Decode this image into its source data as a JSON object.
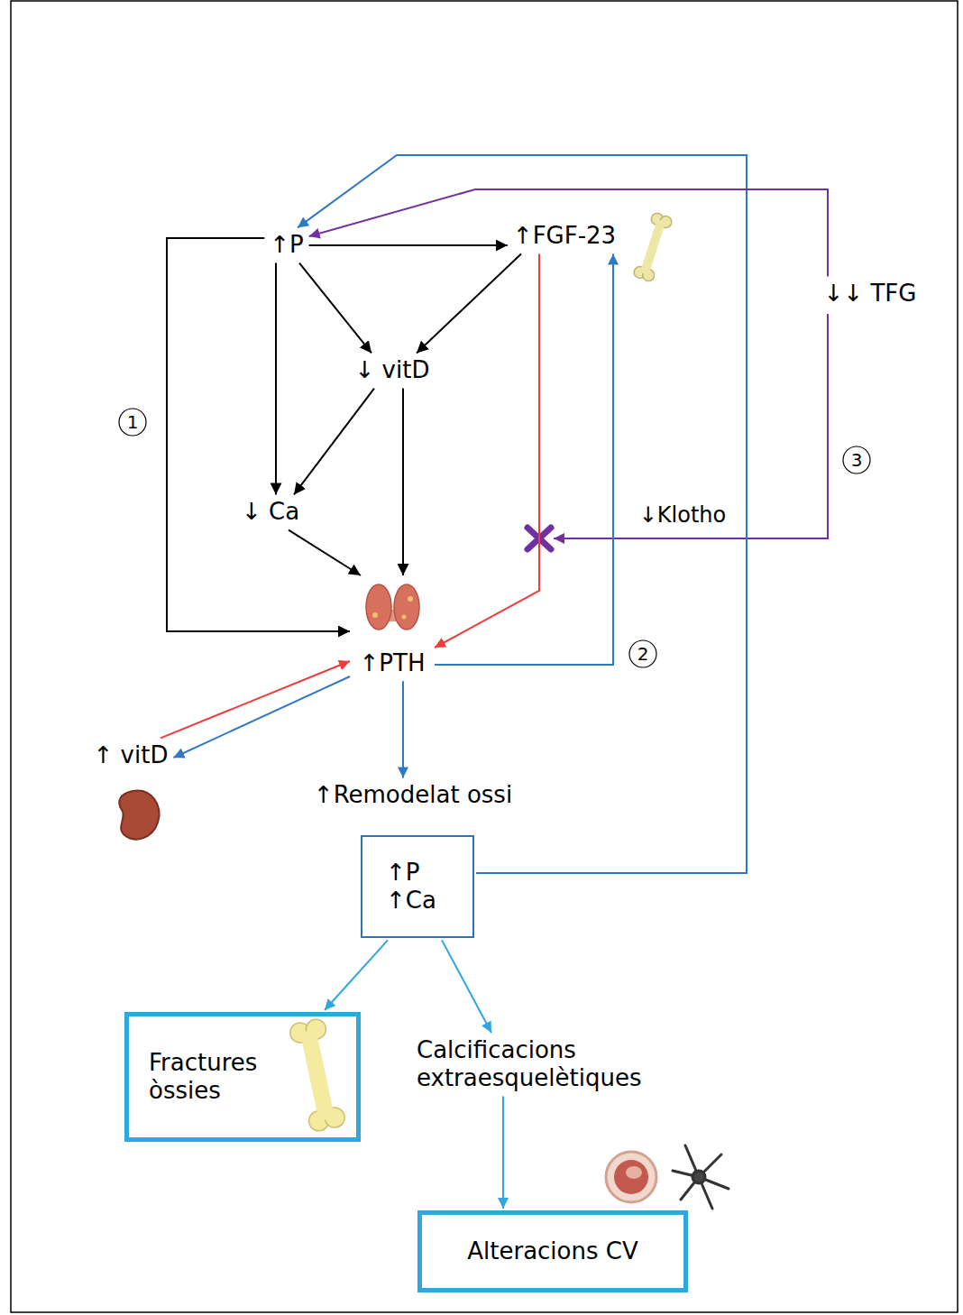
{
  "diagram": {
    "nodes": [
      {
        "text": [
          "↑P"
        ]
      },
      {
        "text": [
          "↑FGF-23"
        ]
      },
      {
        "text": [
          "↓↓ TFG"
        ]
      },
      {
        "text": [
          "↓ vitD"
        ]
      },
      {
        "text": [
          "↓ Ca"
        ]
      },
      {
        "text": [
          "↑PTH"
        ]
      },
      {
        "text": [
          "↑ vitD"
        ]
      },
      {
        "text": [
          "↑Remodelat ossi"
        ]
      },
      {
        "text": [
          "↑P ↑Ca"
        ]
      },
      {
        "text": [
          "Fractures òssies"
        ]
      },
      {
        "text": [
          "Calcificacions extraesquelètiques"
        ]
      },
      {
        "text": [
          "Alteracions CV"
        ]
      }
    ],
    "edges": [
      {
        "from": 0,
        "to": 1,
        "arrow": "to"
      },
      {
        "from": 0,
        "to": 3,
        "arrow": "to"
      },
      {
        "from": 1,
        "to": 3,
        "arrow": "to"
      },
      {
        "from": 0,
        "to": 4,
        "arrow": "to"
      },
      {
        "from": 3,
        "to": 4,
        "arrow": "to"
      },
      {
        "from": 3,
        "to": 5,
        "arrow": "to"
      },
      {
        "from": 4,
        "to": 5,
        "arrow": "to"
      },
      {
        "from": 0,
        "to": 5,
        "arrow": "to"
      },
      {
        "from": 1,
        "to": 5,
        "arrow": "to"
      },
      {
        "from": 5,
        "to": 1,
        "arrow": "to"
      },
      {
        "from": 5,
        "to": 6,
        "arrow": "to"
      },
      {
        "from": 6,
        "to": 5,
        "arrow": "to"
      },
      {
        "from": 5,
        "to": 7,
        "arrow": "to"
      },
      {
        "from": 8,
        "to": 0,
        "arrow": "to"
      },
      {
        "from": 2,
        "to": 0,
        "arrow": "to"
      },
      {
        "from": 8,
        "to": 9,
        "arrow": "to"
      },
      {
        "from": 8,
        "to": 10,
        "arrow": "to"
      },
      {
        "from": 10,
        "to": 11,
        "arrow": "to"
      }
    ],
    "labels": [
      "1",
      "2",
      "3",
      "↓Klotho"
    ]
  }
}
